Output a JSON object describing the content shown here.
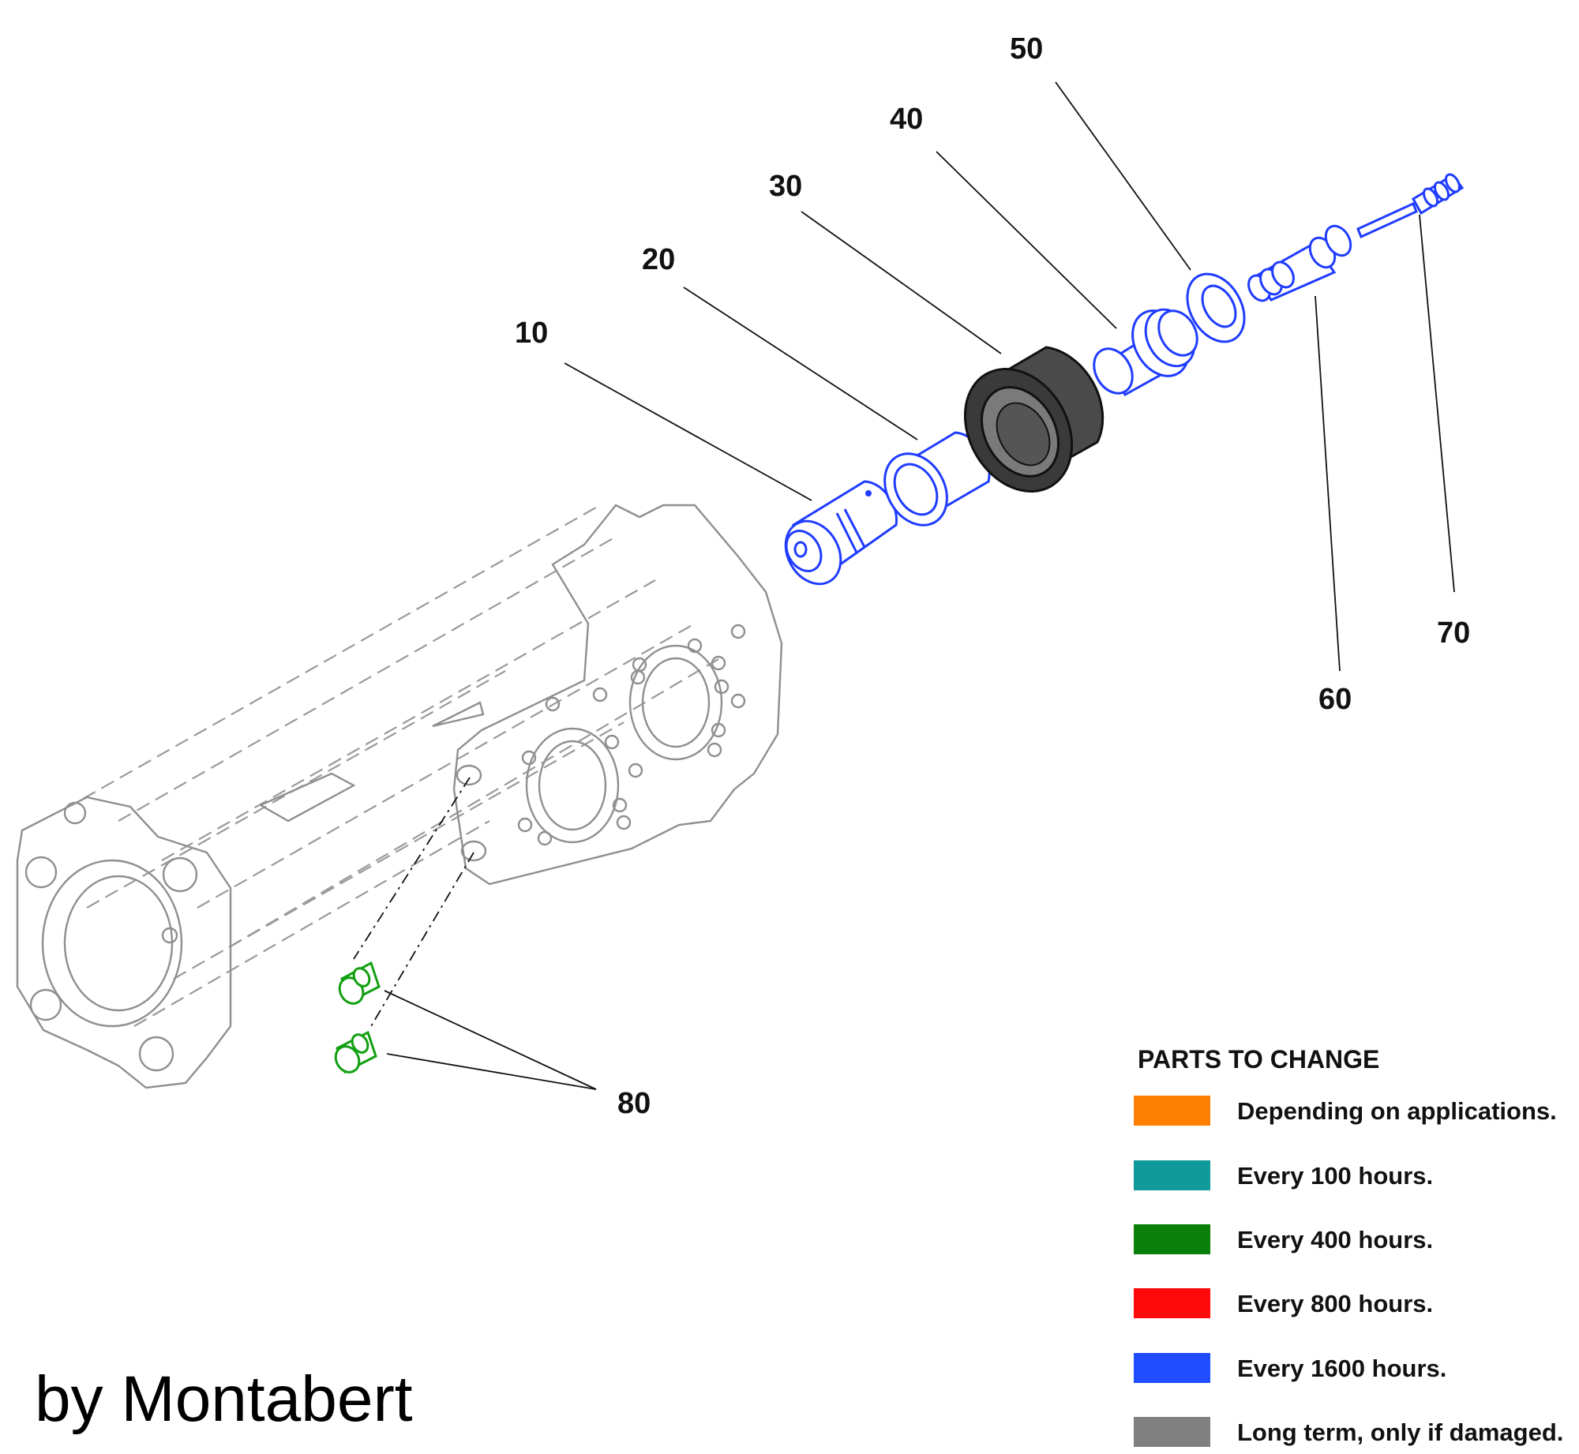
{
  "callouts": [
    {
      "id": "10",
      "label": "10"
    },
    {
      "id": "20",
      "label": "20"
    },
    {
      "id": "30",
      "label": "30"
    },
    {
      "id": "40",
      "label": "40"
    },
    {
      "id": "50",
      "label": "50"
    },
    {
      "id": "60",
      "label": "60"
    },
    {
      "id": "70",
      "label": "70"
    },
    {
      "id": "80",
      "label": "80"
    }
  ],
  "legend": {
    "title": "PARTS TO CHANGE",
    "items": [
      {
        "label": "Depending on applications.",
        "color": "#ff8000"
      },
      {
        "label": "Every 100 hours.",
        "color": "#119a9a"
      },
      {
        "label": "Every 400 hours.",
        "color": "#0a7f0a"
      },
      {
        "label": "Every 800 hours.",
        "color": "#ff0a0a"
      },
      {
        "label": "Every 1600 hours.",
        "color": "#1f4dff"
      },
      {
        "label": "Long term, only if damaged.",
        "color": "#808080"
      }
    ]
  },
  "credit": "by Montabert",
  "part_colors": {
    "10": "#1f3cff",
    "20": "#1f3cff",
    "30": "#808080",
    "40": "#1f3cff",
    "50": "#1f3cff",
    "60": "#1f3cff",
    "70": "#1f3cff",
    "80": "#12a012"
  }
}
